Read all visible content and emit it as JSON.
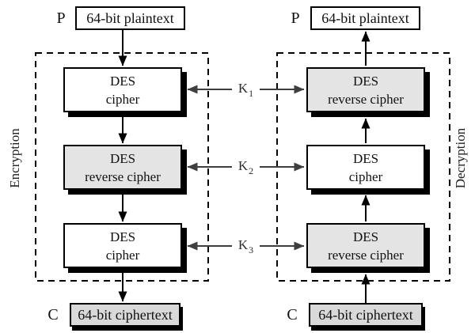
{
  "encryption": {
    "section_label": "Encryption",
    "input_label": "P",
    "input_box": "64-bit plaintext",
    "stages": [
      {
        "line1": "DES",
        "line2": "cipher",
        "shaded": false
      },
      {
        "line1": "DES",
        "line2": "reverse cipher",
        "shaded": true
      },
      {
        "line1": "DES",
        "line2": "cipher",
        "shaded": false
      }
    ],
    "output_label": "C",
    "output_box": "64-bit ciphertext"
  },
  "decryption": {
    "section_label": "Decryption",
    "output_label": "P",
    "output_box": "64-bit plaintext",
    "stages": [
      {
        "line1": "DES",
        "line2": "reverse cipher",
        "shaded": true
      },
      {
        "line1": "DES",
        "line2": "cipher",
        "shaded": false
      },
      {
        "line1": "DES",
        "line2": "reverse cipher",
        "shaded": true
      }
    ],
    "input_label": "C",
    "input_box": "64-bit ciphertext"
  },
  "keys": [
    {
      "base": "K",
      "sub": "1"
    },
    {
      "base": "K",
      "sub": "2"
    },
    {
      "base": "K",
      "sub": "3"
    }
  ],
  "colors": {
    "box_white": "#ffffff",
    "box_shaded": "#e4e4e4",
    "io_shaded": "#d9d9d9",
    "stroke": "#000000",
    "key_arrow": "#3f3f3f",
    "background": "#ffffff"
  }
}
